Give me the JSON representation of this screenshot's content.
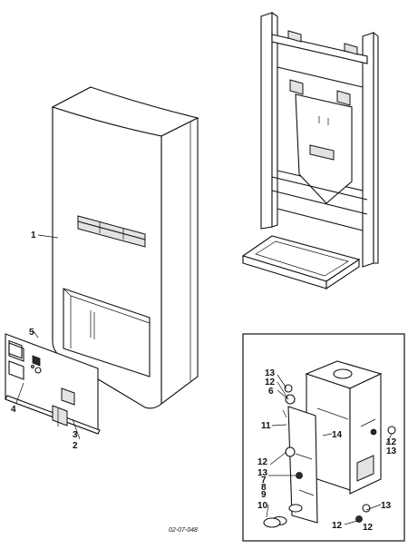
{
  "drawing_code": "02-07-048",
  "callouts": {
    "front_casing": "1",
    "panel_a": "2",
    "panel_b": "3",
    "panel_c": "4",
    "panel_d": "5",
    "d_6": "6",
    "d_7": "7",
    "d_8": "8",
    "d_9": "9",
    "d_10": "10",
    "d_11": "11",
    "d_12a": "12",
    "d_12b": "12",
    "d_12c": "12",
    "d_12d": "12",
    "d_12e": "12",
    "d_13a": "13",
    "d_13b": "13",
    "d_13c": "13",
    "d_13d": "13",
    "d_14": "14"
  }
}
